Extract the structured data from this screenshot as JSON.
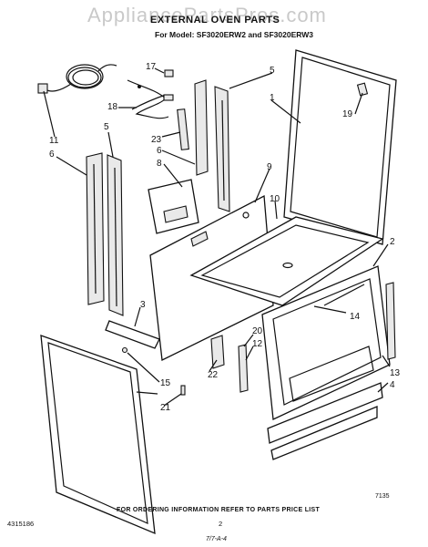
{
  "watermark": "AppliancePartsPros.com",
  "header": {
    "title": "EXTERNAL OVEN PARTS",
    "subtitle": "For Model: SF3020ERW2 and SF3020ERW3"
  },
  "callouts": [
    "1",
    "2",
    "3",
    "4",
    "5",
    "5",
    "6",
    "6",
    "8",
    "9",
    "10",
    "11",
    "12",
    "13",
    "14",
    "15",
    "17",
    "18",
    "19",
    "20",
    "21",
    "22",
    "23"
  ],
  "footer": {
    "diagram_code": "7135",
    "note": "FOR ORDERING INFORMATION REFER TO PARTS PRICE LIST",
    "doc_number": "4315186",
    "page_number": "2",
    "signature": "7/7-A-4"
  }
}
